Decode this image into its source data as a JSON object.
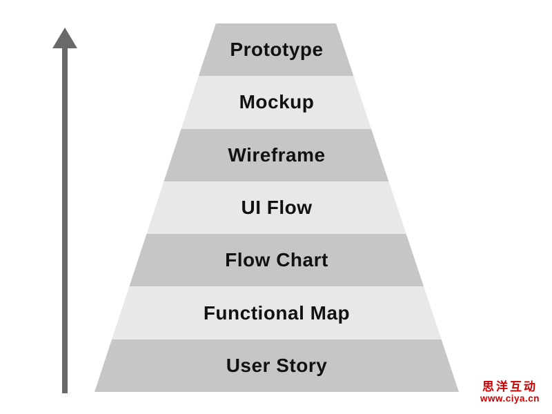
{
  "diagram": {
    "name": "design-deliverables-pyramid",
    "layers": [
      {
        "label": "Prototype",
        "shade": "dark"
      },
      {
        "label": "Mockup",
        "shade": "light"
      },
      {
        "label": "Wireframe",
        "shade": "dark"
      },
      {
        "label": "UI Flow",
        "shade": "light"
      },
      {
        "label": "Flow Chart",
        "shade": "dark"
      },
      {
        "label": "Functional Map",
        "shade": "light"
      },
      {
        "label": "User Story",
        "shade": "dark"
      }
    ],
    "arrow_direction": "up",
    "colors": {
      "background": "#ffffff",
      "layer_dark": "#c6c6c6",
      "layer_light": "#e8e8e8",
      "label": "#111111",
      "arrow": "#696969",
      "watermark": "#cc0000"
    }
  },
  "watermark": {
    "line1": "思洋互动",
    "line2": "www.ciya.cn"
  }
}
